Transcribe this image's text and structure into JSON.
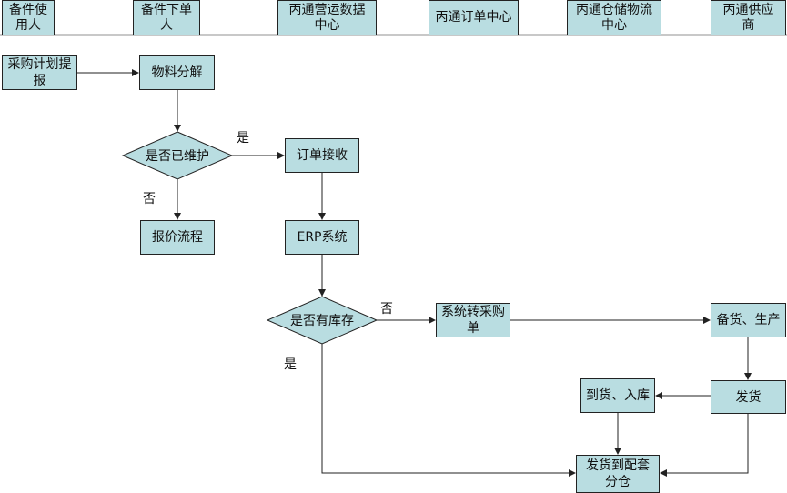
{
  "colors": {
    "box_fill": "#b9dde1",
    "stroke": "#222222"
  },
  "lanes": [
    "备件使用人",
    "备件下单人",
    "丙通营运数据中心",
    "丙通订单中心",
    "丙通仓储物流中心",
    "丙通供应商"
  ],
  "nodes": {
    "purchase_plan": "采购计划提报",
    "material_breakdown": "物料分解",
    "maintained_decision": "是否已维护",
    "order_receive": "订单接收",
    "quote_process": "报价流程",
    "erp": "ERP系统",
    "stock_decision": "是否有库存",
    "to_purchase_order": "系统转采购单",
    "stock_production": "备货、生产",
    "ship": "发货",
    "arrival_storage": "到货、入库",
    "ship_to_warehouse": "发货到配套分仓"
  },
  "edge_labels": {
    "yes1": "是",
    "no1": "否",
    "no2": "否",
    "yes2": "是"
  }
}
